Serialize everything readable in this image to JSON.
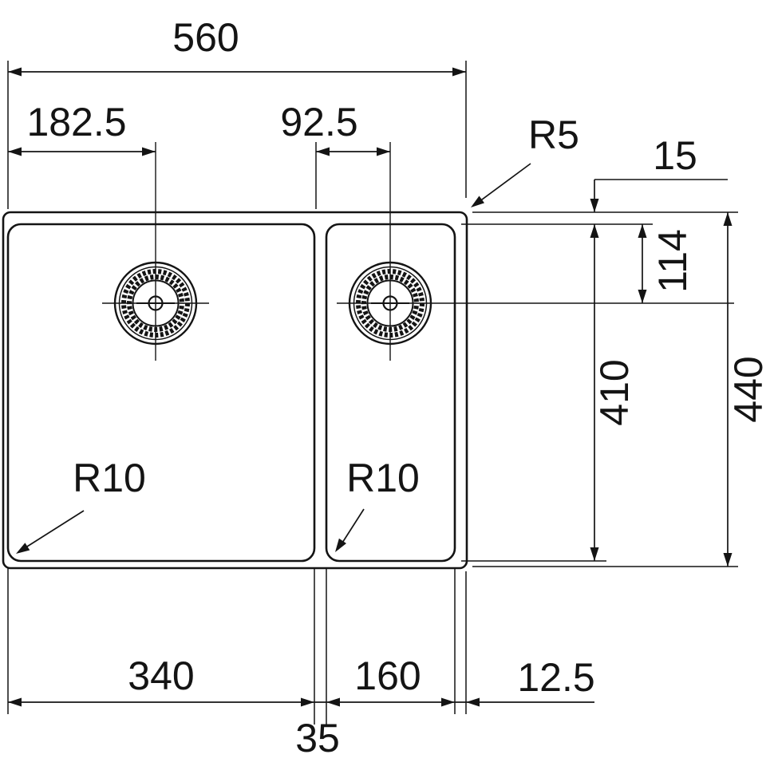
{
  "drawing": {
    "colors": {
      "line": "#141414",
      "background": "#ffffff"
    },
    "dimensions": {
      "overall_width": "560",
      "left_drain_offset": "182.5",
      "right_drain_offset": "92.5",
      "outer_corner_radius": "R5",
      "top_rim_margin": "15",
      "drain_center_from_bowl_top": "114",
      "bowl_depth": "410",
      "overall_depth": "440",
      "left_bowl_corner_radius": "R10",
      "right_bowl_corner_radius": "R10",
      "left_bowl_width": "340",
      "right_bowl_width": "160",
      "partition_width": "35",
      "right_rim_margin": "12.5"
    }
  }
}
